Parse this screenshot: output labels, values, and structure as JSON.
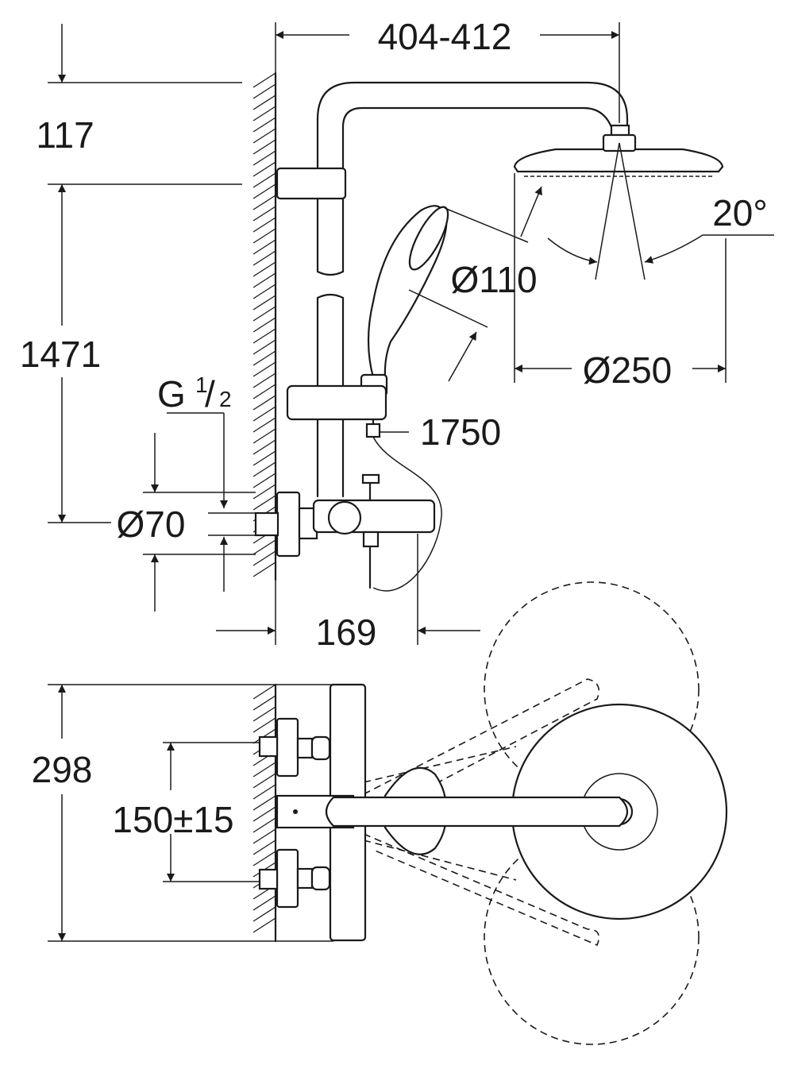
{
  "dimensions": {
    "arm_reach": "404-412",
    "arm_height": "117",
    "height_to_outlet": "1471",
    "thread_prefix": "G",
    "thread_num": "1",
    "thread_slash": "/",
    "thread_den": "2",
    "hand_shower_dia": "Ø110",
    "head_shower_dia": "Ø250",
    "tilt_angle": "20°",
    "hose_length": "1750",
    "rosette_dia": "Ø70",
    "wall_projection": "169",
    "plan_depth": "298",
    "inlet_centres": "150±15"
  },
  "colors": {
    "line": "#1a1a1a",
    "background": "#ffffff"
  }
}
